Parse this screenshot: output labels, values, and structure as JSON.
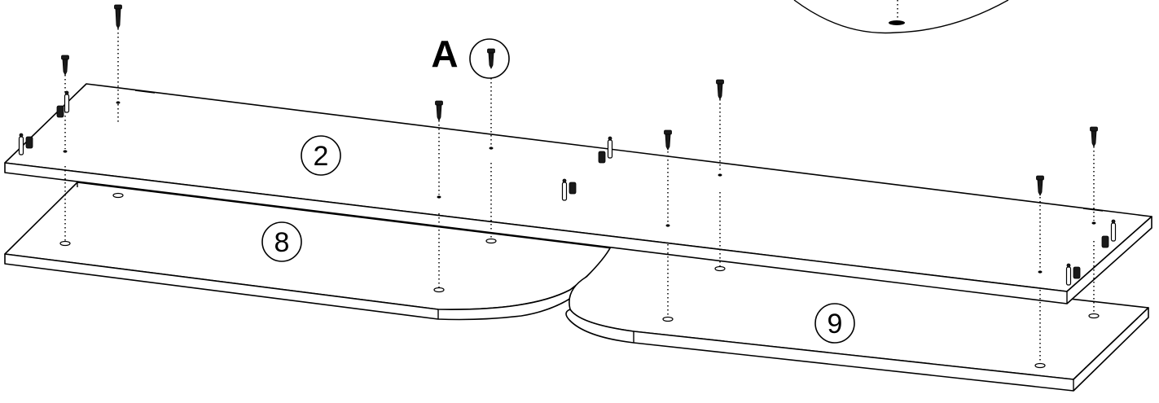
{
  "panels": {
    "top_panel_label": "2",
    "left_bottom_panel_label": "8",
    "right_bottom_panel_label": "9"
  },
  "hardware": {
    "screw_label": "A"
  },
  "colors": {
    "line": "#000000",
    "background": "#ffffff"
  }
}
